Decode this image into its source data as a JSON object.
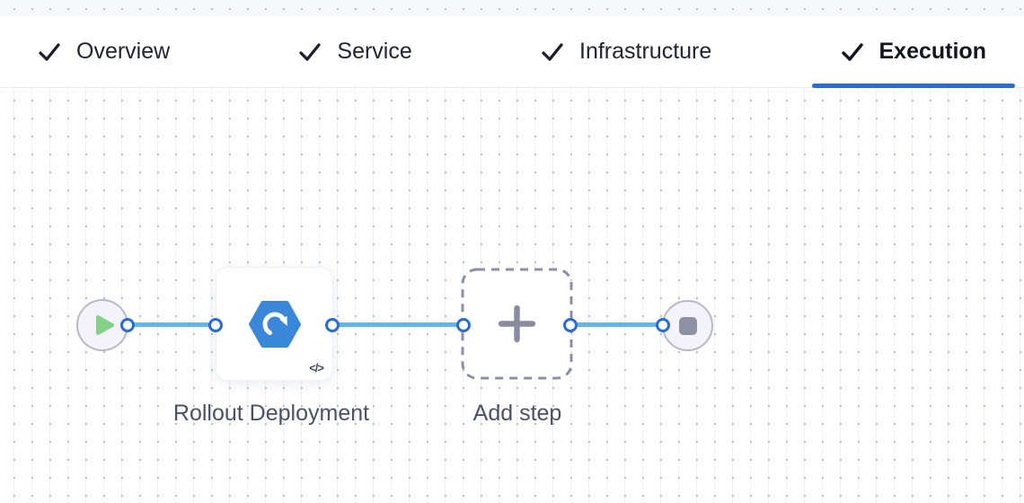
{
  "header": {
    "tabs": [
      {
        "label": "Overview",
        "checked": true,
        "active": false
      },
      {
        "label": "Service",
        "checked": true,
        "active": false
      },
      {
        "label": "Infrastructure",
        "checked": true,
        "active": false
      },
      {
        "label": "Execution",
        "checked": true,
        "active": true
      }
    ]
  },
  "pipeline": {
    "start_node": {
      "type": "start"
    },
    "step": {
      "label": "Rollout Deployment",
      "icon": "rolling-deployment-hexagon-icon",
      "code_badge": "</>"
    },
    "add_step": {
      "label": "Add step",
      "icon": "plus-icon"
    },
    "end_node": {
      "type": "stop"
    }
  },
  "colors": {
    "active_tab_underline": "#2c6dd2",
    "connector_line": "#63b5f2",
    "connector_port_ring": "#2b6bd3",
    "step_icon_blue": "#3a86d8",
    "play_green": "#82d186",
    "node_gray": "#8e90a4",
    "label_text": "#4c5063",
    "grid_dot": "#b8bfca"
  }
}
